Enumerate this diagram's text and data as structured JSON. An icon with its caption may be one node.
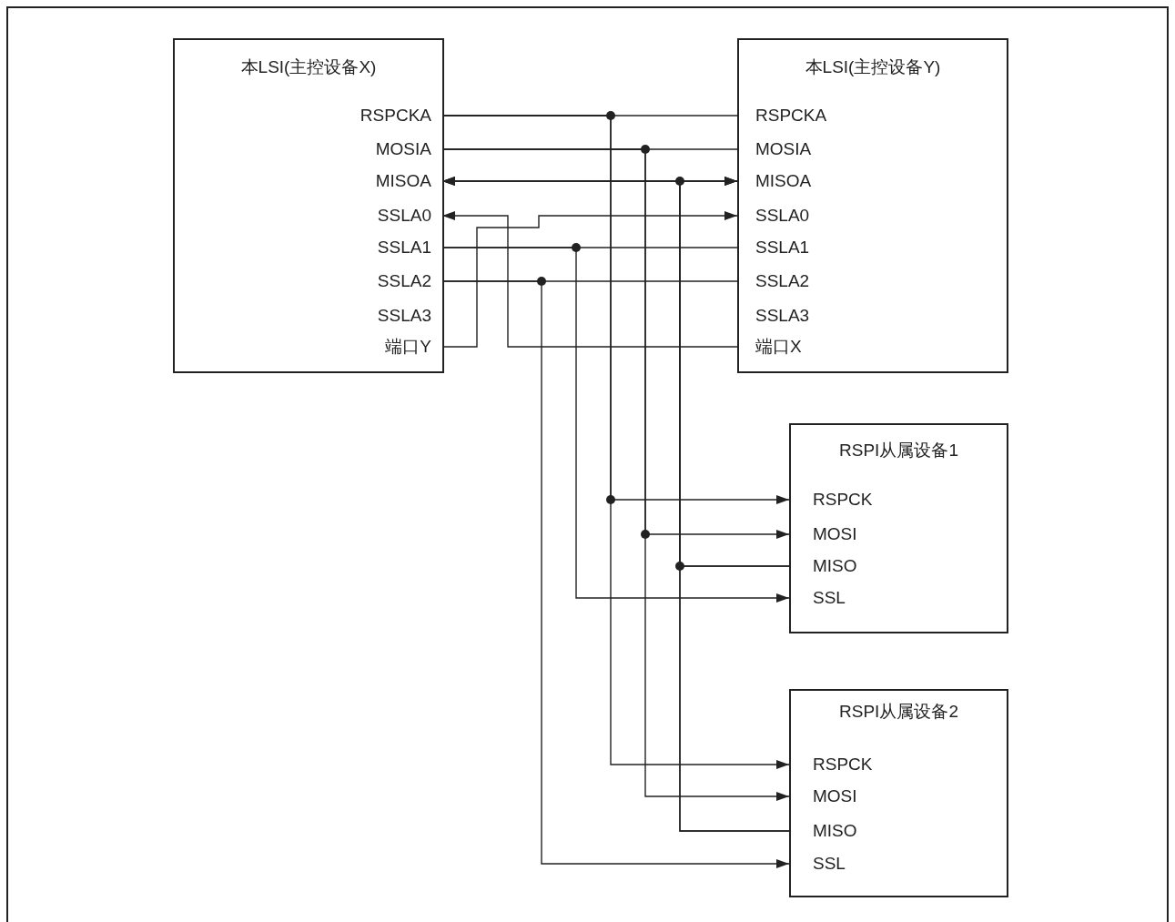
{
  "diagram": {
    "nodes": [
      {
        "text": [
          "本LSI(主控设备X)"
        ]
      },
      {
        "text": [
          "RSPCKA"
        ],
        "in": 0
      },
      {
        "text": [
          "MOSIA"
        ],
        "in": 0
      },
      {
        "text": [
          "MISOA"
        ],
        "in": 0
      },
      {
        "text": [
          "SSLA0"
        ],
        "in": 0
      },
      {
        "text": [
          "SSLA1"
        ],
        "in": 0
      },
      {
        "text": [
          "SSLA2"
        ],
        "in": 0
      },
      {
        "text": [
          "SSLA3"
        ],
        "in": 0
      },
      {
        "text": [
          "端口Y"
        ],
        "in": 0
      },
      {
        "text": [
          "本LSI(主控设备Y)"
        ]
      },
      {
        "text": [
          "RSPCKA"
        ],
        "in": 9
      },
      {
        "text": [
          "MOSIA"
        ],
        "in": 9
      },
      {
        "text": [
          "MISOA"
        ],
        "in": 9
      },
      {
        "text": [
          "SSLA0"
        ],
        "in": 9
      },
      {
        "text": [
          "SSLA1"
        ],
        "in": 9
      },
      {
        "text": [
          "SSLA2"
        ],
        "in": 9
      },
      {
        "text": [
          "SSLA3"
        ],
        "in": 9
      },
      {
        "text": [
          "端口X"
        ],
        "in": 9
      },
      {
        "text": [
          "RSPI从属设备1"
        ]
      },
      {
        "text": [
          "RSPCK"
        ],
        "in": 18
      },
      {
        "text": [
          "MOSI"
        ],
        "in": 18
      },
      {
        "text": [
          "MISO"
        ],
        "in": 18
      },
      {
        "text": [
          "SSL"
        ],
        "in": 18
      },
      {
        "text": [
          "RSPI从属设备2"
        ]
      },
      {
        "text": [
          "RSPCK"
        ],
        "in": 23
      },
      {
        "text": [
          "MOSI"
        ],
        "in": 23
      },
      {
        "text": [
          "MISO"
        ],
        "in": 23
      },
      {
        "text": [
          "SSL"
        ],
        "in": 23
      }
    ],
    "edges": [
      {
        "from": 1,
        "to": 10,
        "arrow": "none"
      },
      {
        "from": 1,
        "to": 19,
        "arrow": "to"
      },
      {
        "from": 1,
        "to": 24,
        "arrow": "to"
      },
      {
        "from": 2,
        "to": 11,
        "arrow": "none"
      },
      {
        "from": 2,
        "to": 20,
        "arrow": "to"
      },
      {
        "from": 2,
        "to": 25,
        "arrow": "to"
      },
      {
        "from": 3,
        "to": 12,
        "arrow": "both"
      },
      {
        "from": 21,
        "to": 3,
        "arrow": "to"
      },
      {
        "from": 21,
        "to": 12,
        "arrow": "to"
      },
      {
        "from": 26,
        "to": 3,
        "arrow": "to"
      },
      {
        "from": 26,
        "to": 12,
        "arrow": "to"
      },
      {
        "from": 17,
        "to": 4,
        "arrow": "to"
      },
      {
        "from": 8,
        "to": 13,
        "arrow": "to"
      },
      {
        "from": 5,
        "to": 14,
        "arrow": "none"
      },
      {
        "from": 5,
        "to": 22,
        "arrow": "to"
      },
      {
        "from": 6,
        "to": 15,
        "arrow": "none"
      },
      {
        "from": 6,
        "to": 27,
        "arrow": "to"
      }
    ]
  }
}
